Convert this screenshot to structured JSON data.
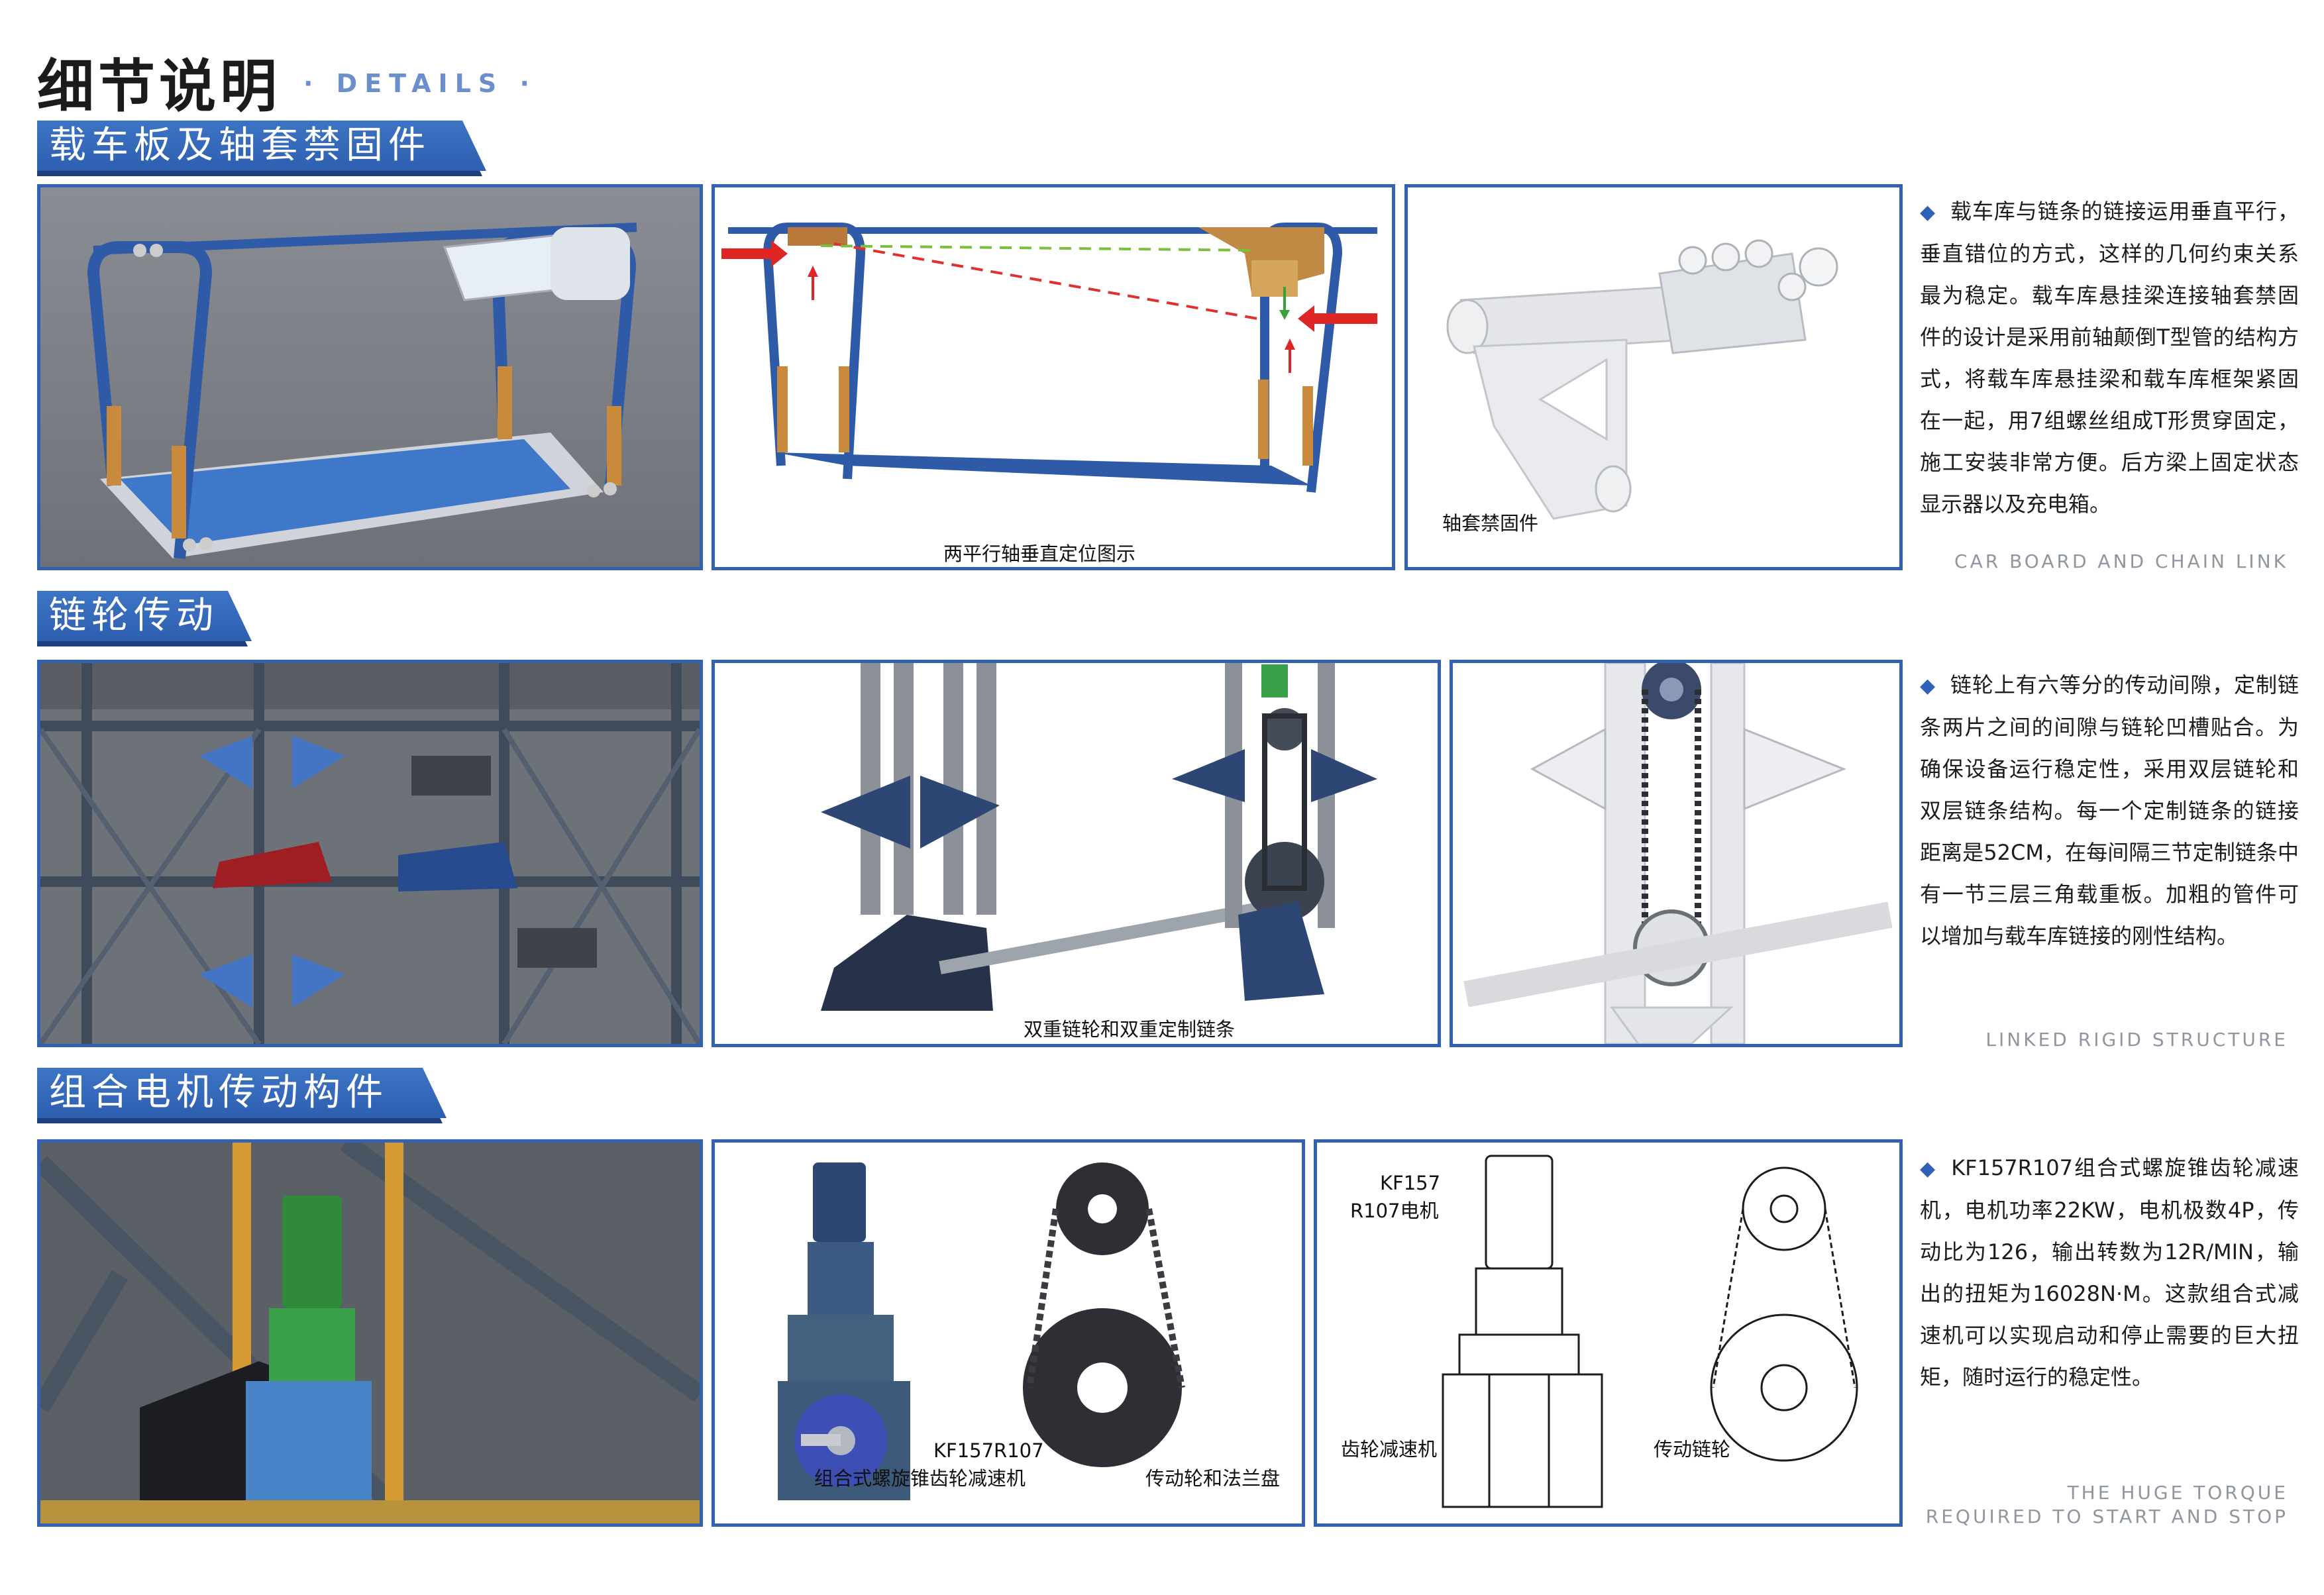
{
  "header": {
    "title": "细节说明",
    "subtitle": "· DETAILS ·"
  },
  "sections": [
    {
      "banner": "载车板及轴套禁固件",
      "captions": [
        "两平行轴垂直定位图示",
        "轴套禁固件"
      ],
      "description": "载车库与链条的链接运用垂直平行，垂直错位的方式，这样的几何约束关系最为稳定。载车库悬挂梁连接轴套禁固件的设计是采用前轴颠倒T型管的结构方式，将载车库悬挂梁和载车库框架紧固在一起，用7组螺丝组成T形贯穿固定，施工安装非常方便。后方梁上固定状态显示器以及充电箱。",
      "english": "CAR BOARD AND CHAIN LINK"
    },
    {
      "banner": "链轮传动",
      "captions": [
        "双重链轮和双重定制链条"
      ],
      "description": "链轮上有六等分的传动间隙，定制链条两片之间的间隙与链轮凹槽贴合。为确保设备运行稳定性，采用双层链轮和双层链条结构。每一个定制链条的链接距离是52CM，在每间隔三节定制链条中有一节三层三角载重板。加粗的管件可以增加与载车库链接的刚性结构。",
      "english": "LINKED RIGID STRUCTURE"
    },
    {
      "banner": "组合电机传动构件",
      "captions": [
        "KF157R107",
        "组合式螺旋锥齿轮减速机",
        "传动轮和法兰盘",
        "KF157",
        "R107电机",
        "齿轮减速机",
        "传动链轮"
      ],
      "description": "KF157R107组合式螺旋锥齿轮减速机，电机功率22KW，电机极数4P，传动比为126，输出转数为12R/MIN，输出的扭矩为16028N·M。这款组合式减速机可以实现启动和停止需要的巨大扭矩，随时运行的稳定性。",
      "english_line1": "THE HUGE TORQUE",
      "english_line2": "REQUIRED TO START AND STOP"
    }
  ],
  "colors": {
    "accent": "#3362b3",
    "banner": "#2e5fb0",
    "caption_en": "#8f96a0",
    "render_bg": "#7e8288"
  },
  "icons": [
    "diamond-bullet-icon"
  ]
}
